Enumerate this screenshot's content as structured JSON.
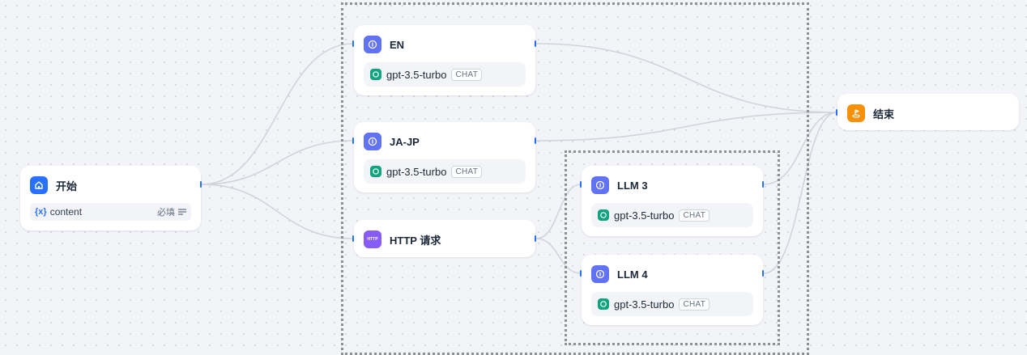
{
  "canvas": {
    "nodes": {
      "start": {
        "title": "开始",
        "variable": {
          "icon": "{x}",
          "name": "content",
          "required_label": "必填"
        }
      },
      "en": {
        "title": "EN",
        "model": {
          "name": "gpt-3.5-turbo",
          "mode": "CHAT"
        }
      },
      "ja_jp": {
        "title": "JA-JP",
        "model": {
          "name": "gpt-3.5-turbo",
          "mode": "CHAT"
        }
      },
      "http": {
        "title": "HTTP 请求",
        "icon_label": "HTTP"
      },
      "llm3": {
        "title": "LLM 3",
        "model": {
          "name": "gpt-3.5-turbo",
          "mode": "CHAT"
        }
      },
      "llm4": {
        "title": "LLM 4",
        "model": {
          "name": "gpt-3.5-turbo",
          "mode": "CHAT"
        }
      },
      "end": {
        "title": "结束"
      }
    },
    "colors": {
      "llm_icon": "#6172f3",
      "start_icon": "#2970ff",
      "http_icon": "#875bf7",
      "end_icon": "#f79009",
      "openai": "#10a37f",
      "edge": "#d0d5dd",
      "handle": "#2970ff"
    }
  }
}
